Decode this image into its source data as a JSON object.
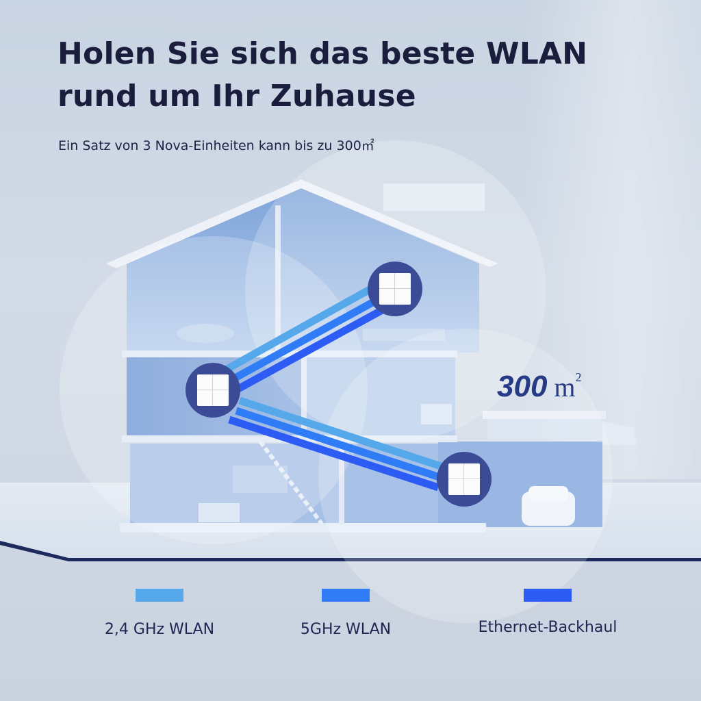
{
  "headline": {
    "line1": "Holen Sie sich das beste WLAN",
    "line2": "rund um Ihr Zuhause"
  },
  "subtitle": "Ein Satz von 3 Nova-Einheiten kann bis zu 300㎡",
  "coverage": {
    "value": "300",
    "unit": "m",
    "unit_sup": "2"
  },
  "nodes": [
    {
      "name": "nova-node-top",
      "floor": "upper"
    },
    {
      "name": "nova-node-middle",
      "floor": "middle"
    },
    {
      "name": "nova-node-bottom",
      "floor": "ground"
    }
  ],
  "legend": [
    {
      "label": "2,4 GHz WLAN",
      "color": "#55a8ea"
    },
    {
      "label": "5GHz WLAN",
      "color": "#2f7cf6"
    },
    {
      "label": "Ethernet-Backhaul",
      "color": "#2d5cf5"
    }
  ],
  "colors": {
    "headline": "#1a1d3c",
    "node": "#3b4b96",
    "coverage_text": "#263a85"
  }
}
